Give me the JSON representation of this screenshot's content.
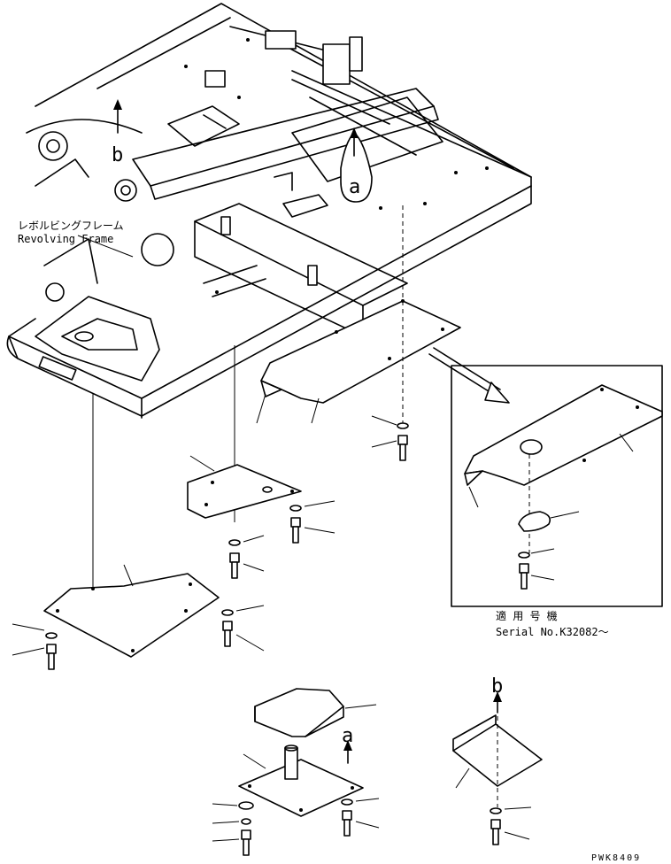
{
  "labels": {
    "frame_jp": "レボルビングフレーム",
    "frame_en": "Revolving Frame",
    "serial_jp": "適 用 号 機",
    "serial_en": "Serial No.K32082～",
    "ref_a_top": "a",
    "ref_b_top": "b",
    "ref_a_bottom": "a",
    "ref_b_bottom": "b",
    "drawing_code": "PWK8409"
  }
}
